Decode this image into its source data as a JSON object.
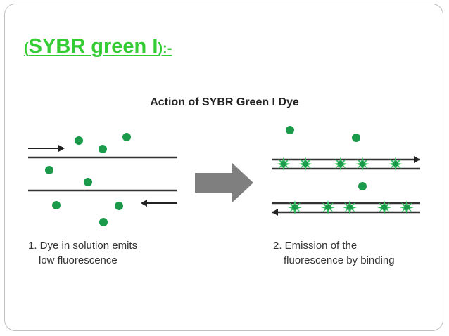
{
  "slide": {
    "title_open": "(",
    "title_main": "SYBR green I",
    "title_close": "):-"
  },
  "figure": {
    "title": "Action of SYBR Green I Dye",
    "caption_1": {
      "line1": "1.  Dye in solution emits",
      "line2": "low fluorescence"
    },
    "caption_2": {
      "line1": "2.  Emission of the",
      "line2": "fluorescence by binding"
    }
  },
  "colors": {
    "dye": "#1a9a4a",
    "glow": "#2fbf5f",
    "arrow_gray": "#7f7f7f",
    "title_green": "#33cc33"
  }
}
